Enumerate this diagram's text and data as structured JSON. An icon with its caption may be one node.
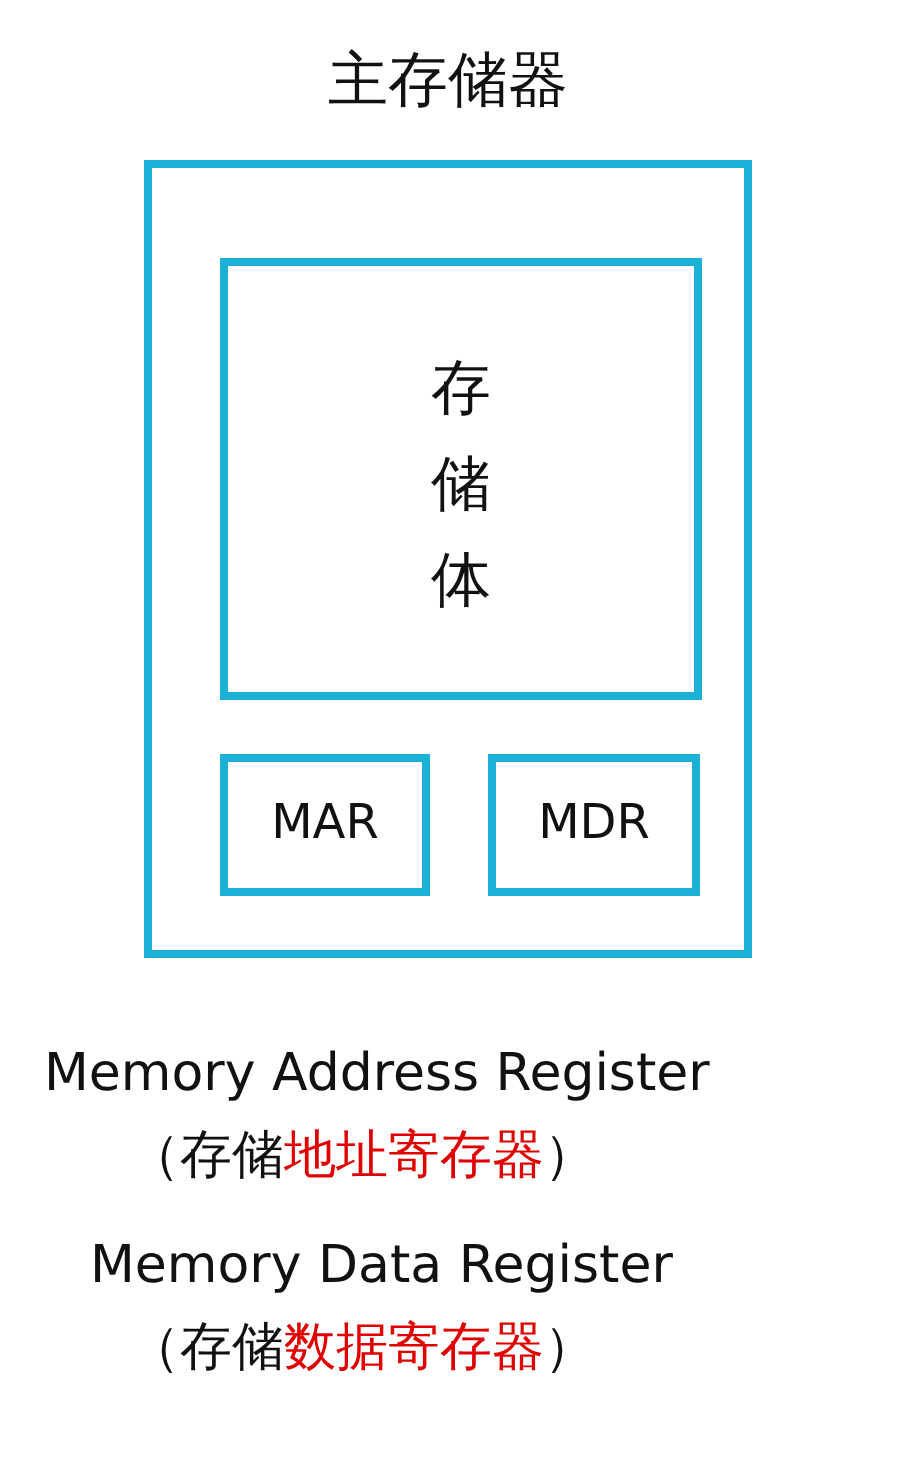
{
  "diagram": {
    "nodes": [
      {
        "text": [
          "主存储器"
        ]
      },
      {
        "text": [
          "存储体"
        ],
        "in": 0
      },
      {
        "text": [
          "MAR"
        ],
        "in": 0
      },
      {
        "text": [
          "MDR"
        ],
        "in": 0
      }
    ],
    "labels": [
      "Memory Address Register",
      "（存储**地址寄存器**）",
      "Memory Data Register",
      "（存储**数据寄存器**）"
    ]
  }
}
